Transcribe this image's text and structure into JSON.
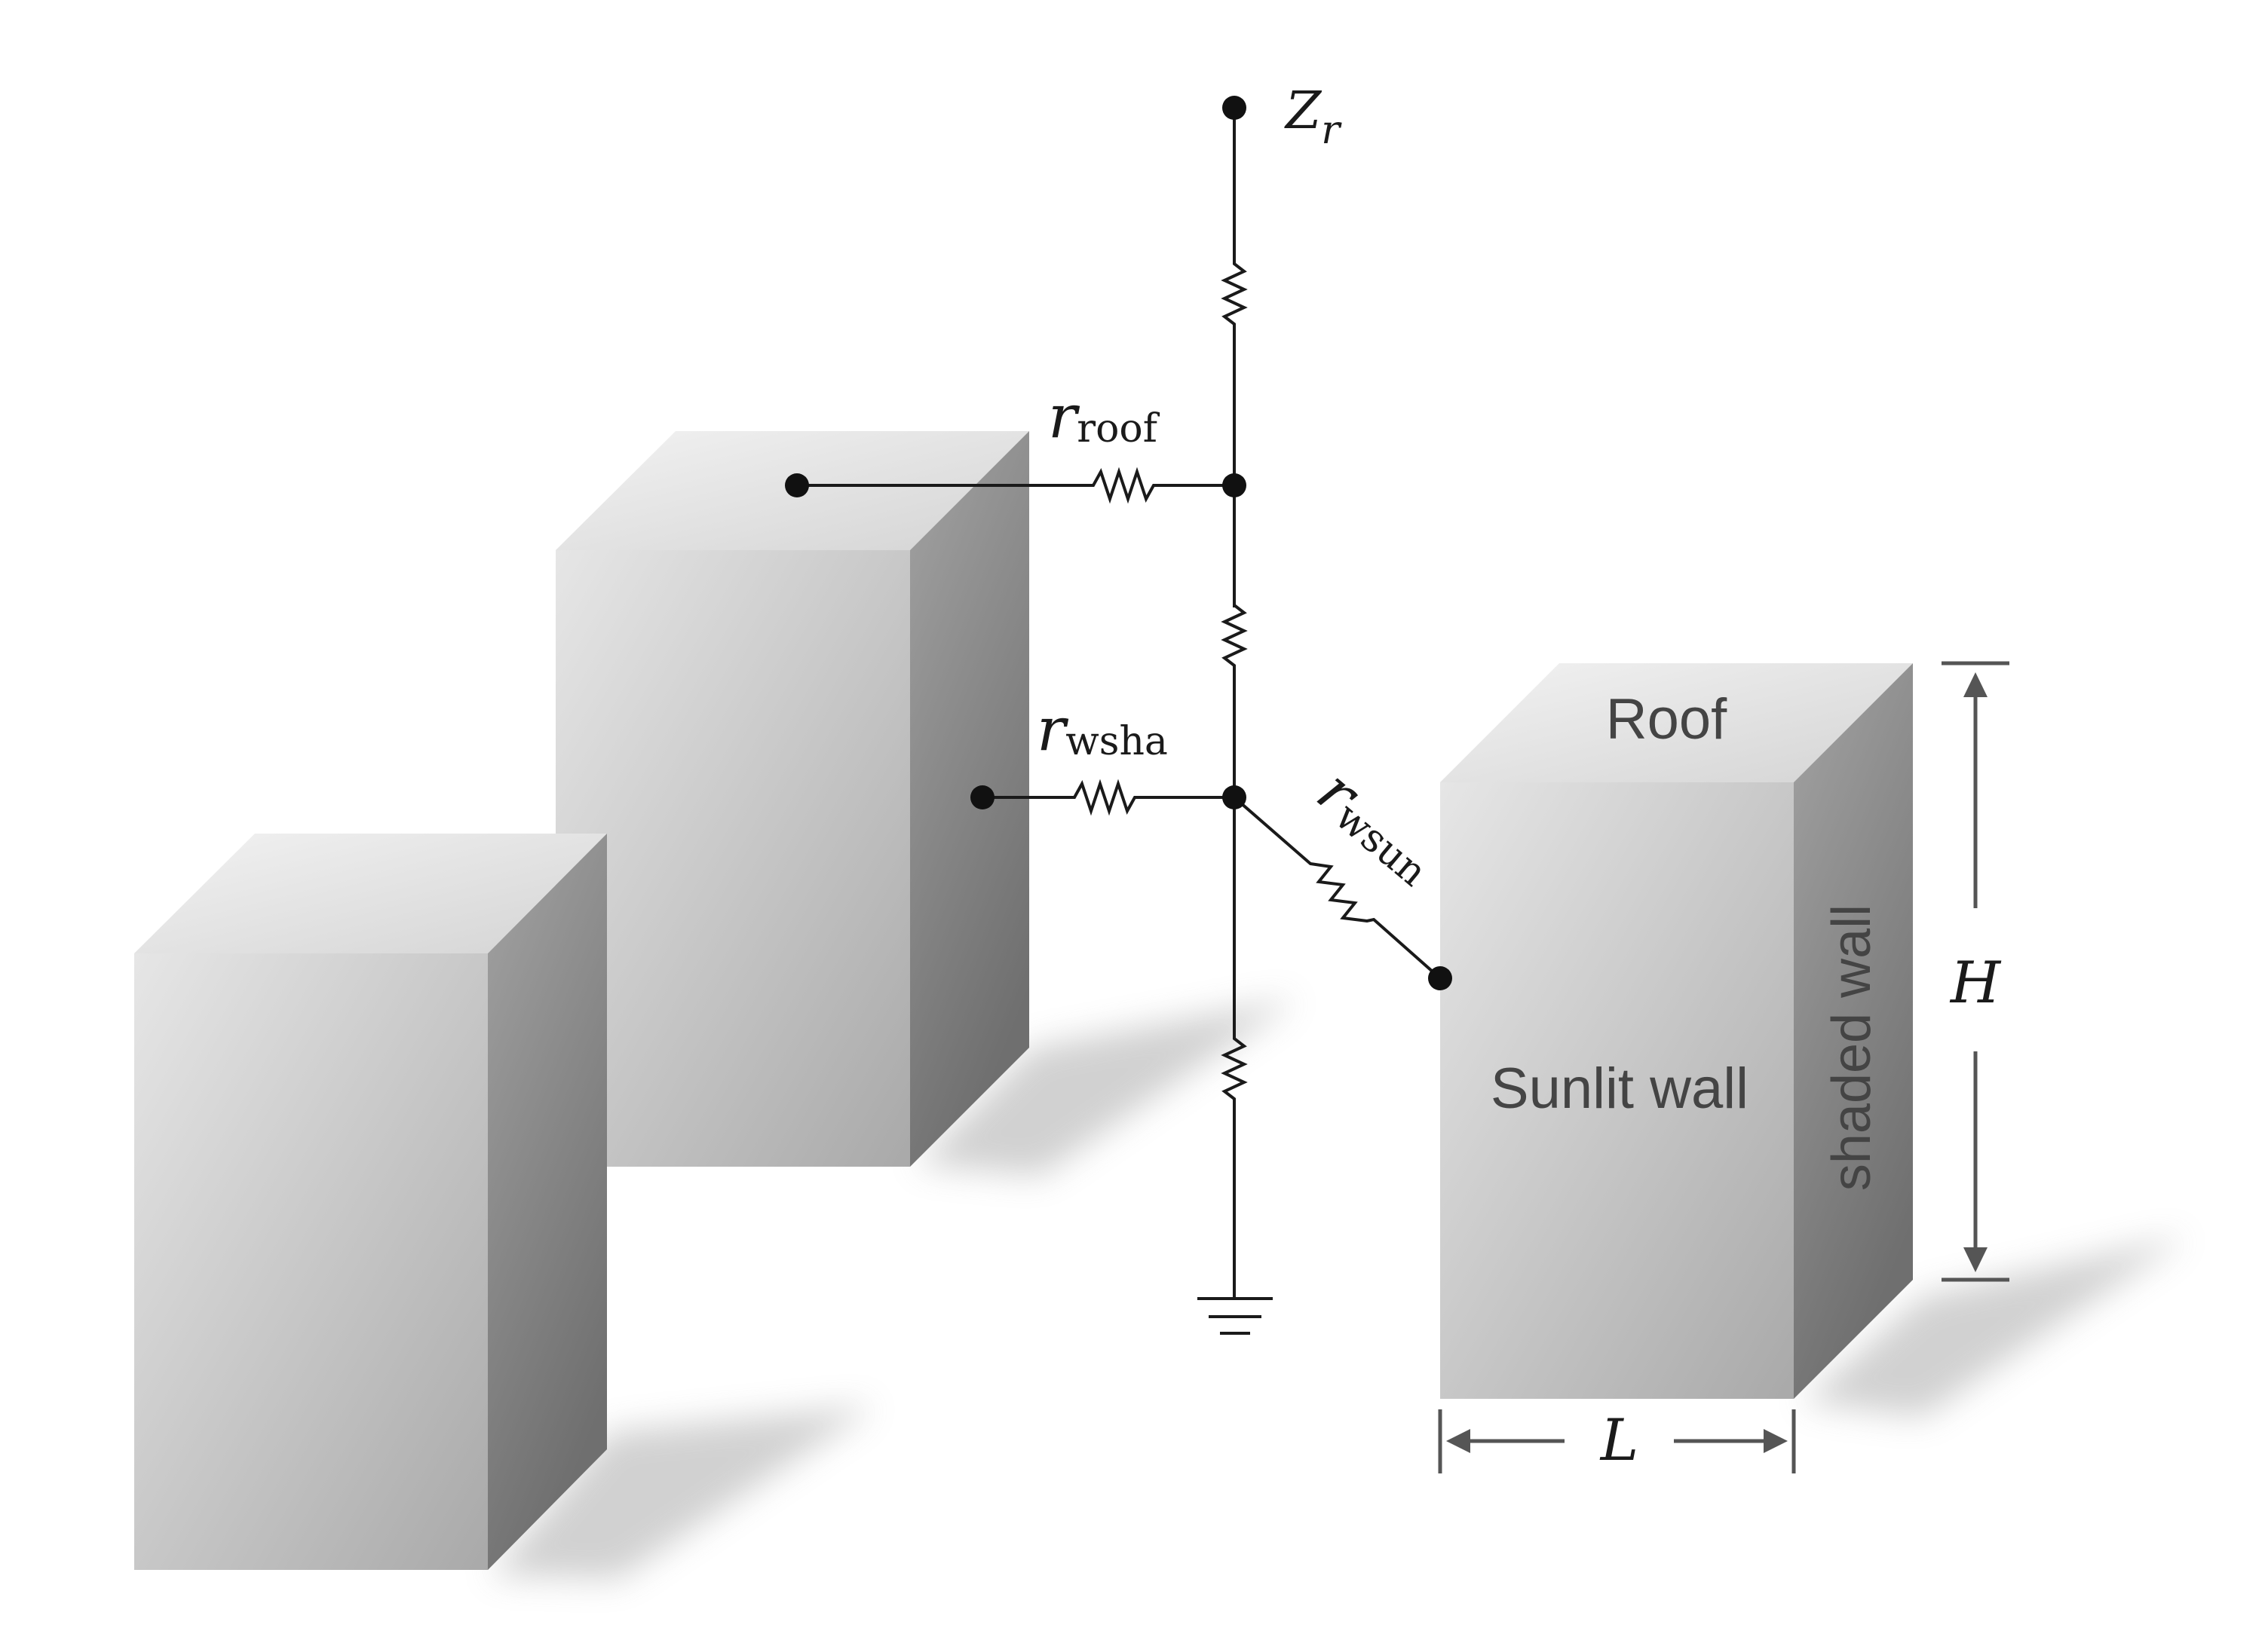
{
  "labels": {
    "zr_main": "Z",
    "zr_sub": "r",
    "r_roof_main": "r",
    "r_roof_sub": "roof",
    "r_wsha_main": "r",
    "r_wsha_sub": "wsha",
    "r_wsun_main": "r",
    "r_wsun_sub": "wsun",
    "roof": "Roof",
    "sunlit_wall": "Sunlit wall",
    "shaded_wall": "shaded wall",
    "height": "H",
    "length": "L"
  }
}
